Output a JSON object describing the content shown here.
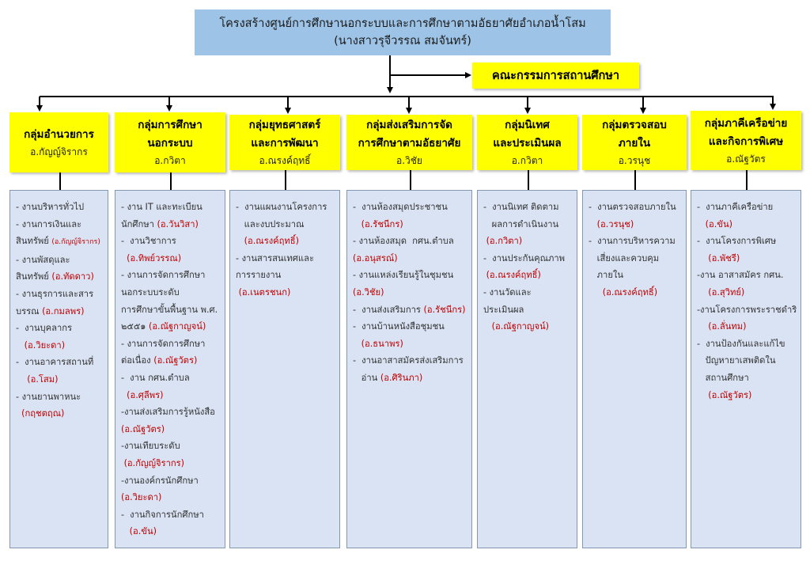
{
  "title": {
    "line1": "โครงสร้างศูนย์การศึกษานอกระบบและการศึกษาตามอัธยาศัยอำเภอน้ำโสม",
    "line2": "(นางสาวรุจีวรรณ  สมจันทร์)"
  },
  "committee": "คณะกรรมการสถานศึกษา",
  "colors": {
    "title_bg": "#9dc3e6",
    "group_bg": "#ffff00",
    "panel_bg": "#dae3f3",
    "name_red": "#c00000"
  },
  "groups": [
    {
      "title": [
        "กลุ่มอำนวยการ"
      ],
      "person": "อ.กัญญ์จิรากร",
      "lines": [
        [
          "- งานบริหารทั่วไป",
          ""
        ],
        [
          "- งานการเงินและ",
          ""
        ],
        [
          "สินทรัพย์ ",
          "(อ.กัญญ์จิรากร)"
        ],
        [
          "- งานพัสดุและ",
          ""
        ],
        [
          "สินทรัพย์ ",
          "(อ.ทัดดาว)"
        ],
        [
          "- งานธุรการและสาร",
          ""
        ],
        [
          "บรรณ ",
          "(อ.กมลพร)"
        ],
        [
          "-  งานบุคลากร",
          ""
        ],
        [
          "   ",
          "(อ.วิยะดา)"
        ],
        [
          "-  งานอาคารสถานที่",
          ""
        ],
        [
          "    ",
          "(อ.โสม)"
        ],
        [
          "- งานยานพาหนะ",
          ""
        ],
        [
          "  ",
          "(กฤชตฤณ)"
        ]
      ]
    },
    {
      "title": [
        "กลุ่มการศึกษา",
        "นอกระบบ"
      ],
      "person": "อ.กวิตา",
      "lines": [
        [
          "- งาน IT และทะเบียน",
          ""
        ],
        [
          "นักศึกษา ",
          "(อ.วันวิสา)"
        ],
        [
          "-  งานวิชาการ",
          ""
        ],
        [
          "  ",
          "(อ.ทิพย์วรรณ)"
        ],
        [
          "- งานการจัดการศึกษา",
          ""
        ],
        [
          "นอกระบบระดับ",
          ""
        ],
        [
          "การศึกษาขั้นพื้นฐาน พ.ศ.",
          ""
        ],
        [
          "๒๕๕๑ ",
          "(อ.ณัฐกาญจน์)"
        ],
        [
          "- งานการจัดการศึกษา",
          ""
        ],
        [
          "ต่อเนื่อง ",
          "(อ.ณัฐวัตร)"
        ],
        [
          "-  งาน กศน.ตำบล",
          ""
        ],
        [
          "  ",
          "(อ.ศุลีพร)"
        ],
        [
          "-งานส่งเสริมการรู้หนังสือ",
          ""
        ],
        [
          "",
          "(อ.ณัฐวัตร)"
        ],
        [
          "-งานเทียบระดับ",
          ""
        ],
        [
          " ",
          "(อ.กัญญ์จิรากร)"
        ],
        [
          "-งานองค์กรนักศึกษา",
          ""
        ],
        [
          "",
          "(อ.วิยะดา)"
        ],
        [
          "-  งานกิจการนักศึกษา",
          ""
        ],
        [
          "   ",
          "(อ.ขัน)"
        ]
      ]
    },
    {
      "title": [
        "กลุ่มยุทธศาสตร์",
        "และการพัฒนา"
      ],
      "person": "อ.ณรงค์ฤทธิ์",
      "lines": [
        [
          "-  งานแผนงานโครงการ",
          ""
        ],
        [
          "   และงบประมาณ",
          ""
        ],
        [
          "   ",
          "(อ.ณรงค์ฤทธิ์)"
        ],
        [
          "- งานสารสนเทศและ",
          ""
        ],
        [
          "การรายงาน",
          ""
        ],
        [
          " ",
          "(อ.เนตรชนก)"
        ]
      ]
    },
    {
      "title": [
        "กลุ่มส่งเสริมการจัด",
        "การศึกษาตามอัธยาศัย"
      ],
      "person": "อ.วิชัย",
      "lines": [
        [
          "-  งานห้องสมุดประชาชน",
          ""
        ],
        [
          "   ",
          "(อ.รัชนีกร)"
        ],
        [
          "- งานห้องสมุด  กศน.ตำบล",
          ""
        ],
        [
          "",
          "(อ.อนุสรณ์)"
        ],
        [
          "- งานแหล่งเรียนรู้ในชุมชน",
          ""
        ],
        [
          "",
          "(อ.วิชัย)"
        ],
        [
          "-  งานส่งเสริมการ ",
          "(อ.รัชนีกร)"
        ],
        [
          "-  งานบ้านหนังสือชุมชน",
          ""
        ],
        [
          "   ",
          "(อ.ธนาพร)"
        ],
        [
          "-  งานอาสาสมัครส่งเสริมการ",
          ""
        ],
        [
          "   อ่าน ",
          "(อ.ศิรินภา)"
        ]
      ]
    },
    {
      "title": [
        "กลุ่มนิเทศ",
        "และประเมินผล"
      ],
      "person": "อ.กวิตา",
      "lines": [
        [
          "-  งานนิเทศ ติดตาม",
          ""
        ],
        [
          "   ผลการดำเนินงาน",
          ""
        ],
        [
          " ",
          "(อ.กวิตา)"
        ],
        [
          "-  งานประกันคุณภาพ",
          ""
        ],
        [
          " ",
          "(อ.ณรงค์ฤทธิ์)"
        ],
        [
          "- งานวัดและ",
          ""
        ],
        [
          "ประเมินผล",
          ""
        ],
        [
          "   ",
          "(อ.ณัฐกาญจน์)"
        ]
      ]
    },
    {
      "title": [
        "กลุ่มตรวจสอบ",
        "ภายใน"
      ],
      "person": "อ.วรนุช",
      "lines": [
        [
          "-  งานตรวจสอบภายใน",
          ""
        ],
        [
          "   ",
          "(อ.วรนุช)"
        ],
        [
          "-  งานการบริหารความ",
          ""
        ],
        [
          "   เสี่ยงและควบคุม",
          ""
        ],
        [
          "   ภายใน",
          ""
        ],
        [
          "     ",
          "(อ.ณรงค์ฤทธิ์)"
        ]
      ]
    },
    {
      "title": [
        "กลุ่มภาคีเครือข่าย",
        "และกิจการพิเศษ"
      ],
      "person": "อ.ณัฐวัตร",
      "lines": [
        [
          "-  งานภาคีเครือข่าย",
          ""
        ],
        [
          "   ",
          "(อ.ขัน)"
        ],
        [
          "-  งานโครงการพิเศษ",
          ""
        ],
        [
          "    ",
          "(อ.พัชรี)"
        ],
        [
          "-งาน อาสาสมัคร กศน.",
          ""
        ],
        [
          "    ",
          "(อ.สุวิทย์)"
        ],
        [
          "-งานโครงการพระราชดำริ",
          ""
        ],
        [
          "    ",
          "(อ.ลั่นทม)"
        ],
        [
          "-  งานป้องกันและแก้ไข",
          ""
        ],
        [
          "   ปัญหายาเสพติดใน",
          ""
        ],
        [
          "   สถานศึกษา",
          ""
        ],
        [
          "    ",
          "(อ.ณัฐวัตร)"
        ]
      ]
    }
  ]
}
